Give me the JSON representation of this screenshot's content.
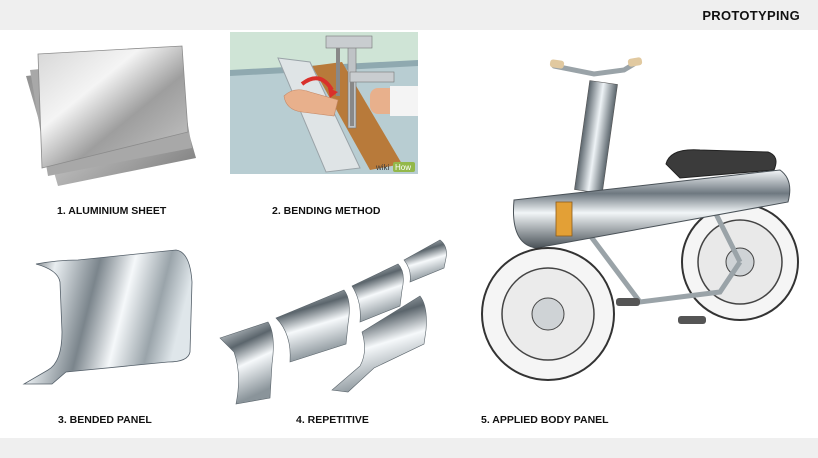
{
  "header": {
    "title": "PROTOTYPING"
  },
  "steps": [
    {
      "label": "1. ALUMINIUM SHEET"
    },
    {
      "label": "2. BENDING METHOD",
      "watermark_a": "wiki",
      "watermark_b": "How"
    },
    {
      "label": "3. BENDED PANEL"
    },
    {
      "label": "4. REPETITIVE"
    },
    {
      "label": "5. APPLIED BODY PANEL"
    }
  ],
  "colors": {
    "bar_background": "#efefef",
    "chrome_light": "#f2f6f8",
    "chrome_dark": "#4a5258",
    "wood": "#b87a3a",
    "arrow_red": "#d9302b",
    "skin": "#e8b08c"
  }
}
